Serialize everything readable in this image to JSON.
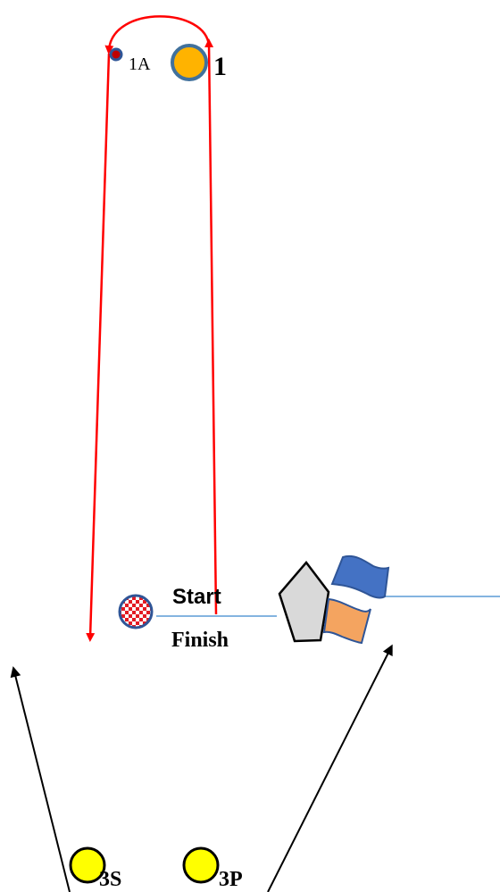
{
  "marks": {
    "mark_1": {
      "label": "1",
      "fill": "#FFB300",
      "stroke": "#41719C"
    },
    "mark_1a": {
      "label": "1A",
      "fill": "#C00000",
      "stroke": "#2F5597"
    },
    "mark_3s": {
      "label": "3S",
      "fill": "#FFFF00",
      "stroke": "#000000"
    },
    "mark_3p": {
      "label": "3P",
      "fill": "#FFFF00",
      "stroke": "#000000"
    }
  },
  "start_finish": {
    "start_label": "Start",
    "finish_label": "Finish",
    "pin_icon": "checkered-flag-buoy-icon",
    "committee_boat_icon": "committee-boat-icon",
    "flags": [
      {
        "name": "blue-flag-icon",
        "color": "#4472C4"
      },
      {
        "name": "orange-flag-icon",
        "color": "#F4A460"
      }
    ]
  },
  "colors": {
    "course_line": "#FF0000",
    "approach_line": "#000000",
    "start_line": "#5B9BD5",
    "boat_fill": "#D9D9D9"
  }
}
